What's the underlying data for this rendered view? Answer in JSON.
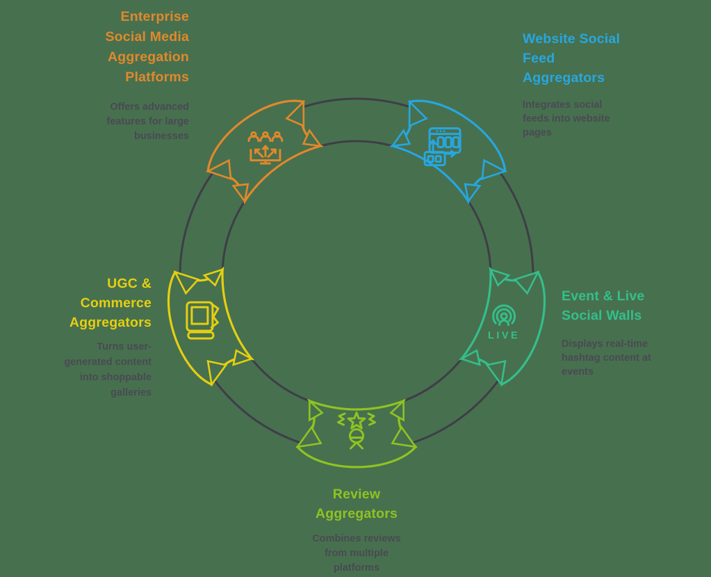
{
  "canvas": {
    "background_color": "#47704F",
    "ring_color": "#3E3E47",
    "description_color": "#4A4A53"
  },
  "segments": [
    {
      "name": "enterprise-social-media-aggregation-platforms",
      "color": "#E0892B",
      "angle": -126,
      "icon": "enterprise-distribution-icon",
      "title": "Enterprise\nSocial Media\nAggregation\nPlatforms",
      "description": "Offers advanced\nfeatures for large\nbusinesses"
    },
    {
      "name": "website-social-feed-aggregators",
      "color": "#27A7DF",
      "angle": -54,
      "icon": "website-feed-icon",
      "title": "Website Social\nFeed\nAggregators",
      "description": "Integrates social\nfeeds into website\npages"
    },
    {
      "name": "event-live-social-walls",
      "color": "#35BE8B",
      "angle": 18,
      "icon": "live-broadcast-icon",
      "icon_label": "LIVE",
      "title": "Event & Live\nSocial Walls",
      "description": "Displays real-time\nhashtag content at\nevents"
    },
    {
      "name": "review-aggregators",
      "color": "#8FC322",
      "angle": 90,
      "icon": "review-stars-icon",
      "title": "Review\nAggregators",
      "description": "Combines reviews\nfrom multiple\nplatforms"
    },
    {
      "name": "ugc-commerce-aggregators",
      "color": "#E5CF10",
      "angle": 162,
      "icon": "shoppable-gallery-icon",
      "title": "UGC &\nCommerce\nAggregators",
      "description": "Turns user-\ngenerated content\ninto shoppable\ngalleries"
    }
  ]
}
